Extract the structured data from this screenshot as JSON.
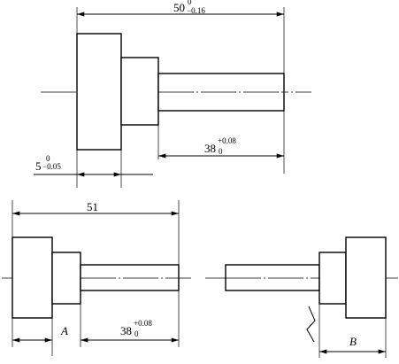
{
  "top_view": {
    "overall_length": {
      "nominal": "50",
      "upper_dev": "0",
      "lower_dev": "−0.16"
    },
    "head_length": {
      "nominal": "5",
      "upper_dev": "0",
      "lower_dev": "−0.05"
    },
    "shaft_length": {
      "nominal": "38",
      "upper_dev": "+0.08",
      "lower_dev": "0"
    }
  },
  "bottom_left_view": {
    "overall_length": {
      "nominal": "51"
    },
    "unknown_dim": {
      "label": "A"
    },
    "shaft_length": {
      "nominal": "38",
      "upper_dev": "+0.08",
      "lower_dev": "0"
    }
  },
  "bottom_right_view": {
    "unknown_dim": {
      "label": "B"
    }
  }
}
